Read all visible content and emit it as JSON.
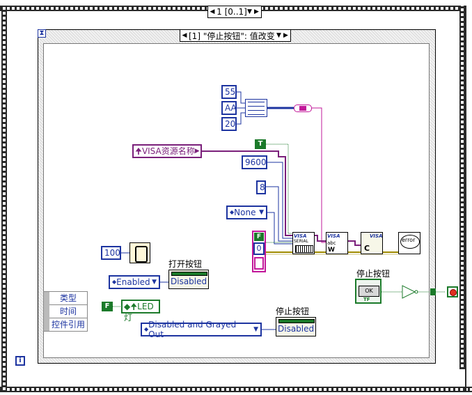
{
  "outer_sequence": {
    "selector": "1 [0..1]"
  },
  "event_structure": {
    "selector": "[1] \"停止按钮\": 值改变"
  },
  "event_data_node": {
    "items": [
      "类型",
      "时间",
      "控件引用"
    ]
  },
  "constants": {
    "byte1": "55",
    "byte2": "AA",
    "byte3": "20",
    "baud": "9600",
    "data_bits": "8",
    "parity": "None",
    "true_const": "T",
    "false_const": "F",
    "wait_ms": "100",
    "loop_index": "0",
    "enabled_ring": "Enabled",
    "disabled_grayed_ring": "Disabled and Grayed Out"
  },
  "visa_resource": {
    "label": "VISA资源名称"
  },
  "property_nodes": {
    "open_button": {
      "caption": "打开按钮",
      "property": "Disabled"
    },
    "stop_button": {
      "caption": "停止按钮",
      "property": "Disabled"
    },
    "led": {
      "label": "LED灯"
    }
  },
  "stop_button_terminal": {
    "caption": "停止按钮",
    "text": "OK",
    "tf": "TF"
  },
  "visa_blocks": {
    "config": "VISA",
    "config_sub": "SERIAL",
    "write": "VISA",
    "write_sub": "abc",
    "close": "VISA",
    "error": "error"
  },
  "info_icon": "i",
  "wire_colors": {
    "integer": "#1d34a0",
    "string": "#c2189a",
    "boolean": "#1b7a2a",
    "error": "#9f8a00"
  }
}
